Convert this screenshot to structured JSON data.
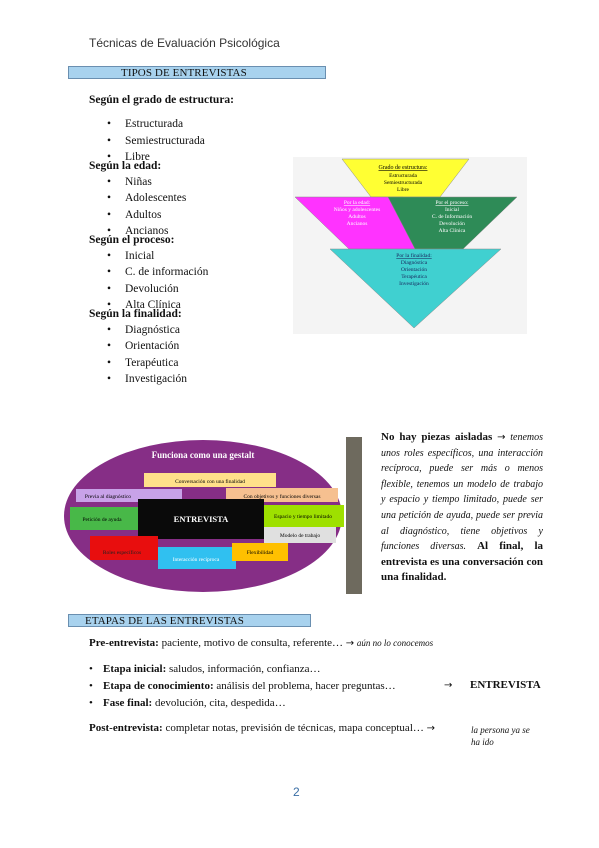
{
  "header": {
    "title": "Técnicas de Evaluación Psicológica"
  },
  "section1": {
    "title": "TIPOS DE ENTREVISTAS",
    "groups": [
      {
        "heading": "Según el grado de estructura:",
        "items": [
          "Estructurada",
          "Semiestructurada",
          "Libre"
        ]
      },
      {
        "heading": "Según la edad:",
        "items": [
          "Niñas",
          "Adolescentes",
          "Adultos",
          "Ancianos"
        ]
      },
      {
        "heading": "Según el proceso:",
        "items": [
          "Inicial",
          "C. de información",
          "Devolución",
          "Alta Clínica"
        ]
      },
      {
        "heading": "Según la finalidad:",
        "items": [
          "Diagnóstica",
          "Orientación",
          "Terapéutica",
          "Investigación"
        ]
      }
    ]
  },
  "triangle": {
    "top": {
      "title": "Grado de estructura:",
      "items": [
        "Estructurada",
        "Semiestructurada",
        "Libre"
      ],
      "color": "#ffff33"
    },
    "left": {
      "title": "Por la edad:",
      "items": [
        "Niños y adolescentes",
        "Adultos",
        "Ancianos"
      ],
      "color": "#ff33ff"
    },
    "right": {
      "title": "Por el proceso:",
      "items": [
        "Inicial",
        "C. de Información",
        "Devolución",
        "Alta Clínica"
      ],
      "color": "#2e8b57"
    },
    "bottom": {
      "title": "Por la finalidad:",
      "items": [
        "Diagnóstica",
        "Orientación",
        "Terapéutica",
        "Investigación"
      ],
      "color": "#40d0d0"
    }
  },
  "gestalt": {
    "title": "Funciona como una gestalt",
    "center": "ENTREVISTA",
    "boxes": [
      "Conversación con una finalidad",
      "Previa al diagnóstico",
      "Con objetivos y funciones diversas",
      "Petición de ayuda",
      "Espacio y tiempo limitado",
      "Modelo de trabajo",
      "Roles específicos",
      "Interacción recíproca",
      "Flexibilidad"
    ]
  },
  "paragraph": {
    "bold_start": "No hay piezas aisladas",
    "arrow": "→",
    "italic": "tenemos unos roles específicos, una interacción recíproca, puede ser más o menos flexible, tenemos un modelo de trabajo y espacio y tiempo limitado, puede ser una petición de ayuda, puede ser previa al diagnóstico, tiene objetivos y funciones diversas.",
    "bold_end": "Al final, la entrevista es una conversación con una finalidad."
  },
  "section2": {
    "title": "ETAPAS DE LAS ENTREVISTAS",
    "pre": {
      "label": "Pre-entrevista:",
      "text": "paciente, motivo de consulta, referente…",
      "note": "aún no lo conocemos"
    },
    "stages": [
      {
        "label": "Etapa inicial:",
        "text": "saludos, información, confianza…"
      },
      {
        "label": "Etapa de conocimiento:",
        "text": "análisis del problema, hacer preguntas…"
      },
      {
        "label": "Fase final:",
        "text": "devolución, cita, despedida…"
      }
    ],
    "stages_label": "ENTREVISTA",
    "post": {
      "label": "Post-entrevista:",
      "text": "completar notas, previsión de técnicas, mapa conceptual…",
      "note_line1": "la persona ya se",
      "note_line2": "ha ido"
    }
  },
  "footer": {
    "page": "2"
  }
}
